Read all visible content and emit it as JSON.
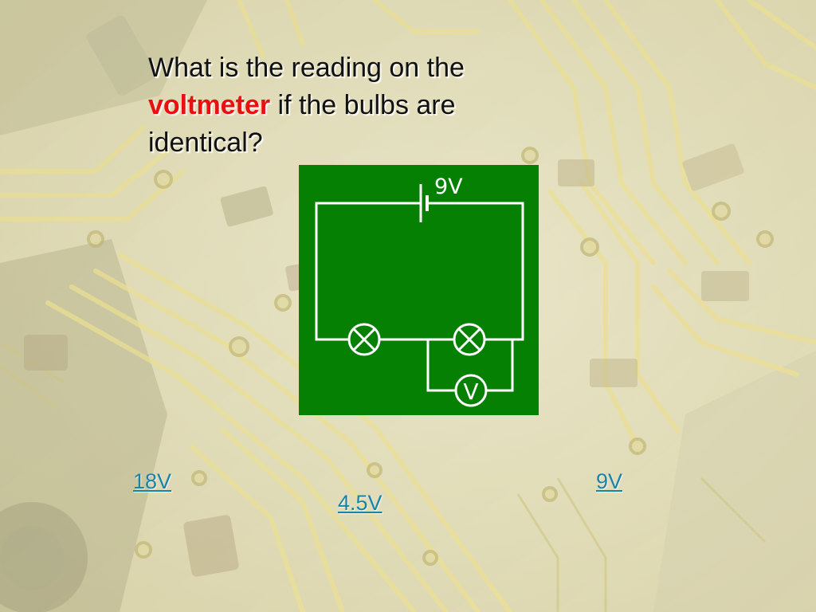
{
  "question": {
    "before": "What is the reading on the",
    "highlight": "voltmeter",
    "after": " if the bulbs are identical?"
  },
  "circuit": {
    "battery_label": "9V",
    "meter_label": "V"
  },
  "answers": {
    "a": "18V",
    "b": "4.5V",
    "c": "9V"
  },
  "colors": {
    "board": "#058003",
    "highlight": "#e81010",
    "link": "#1a84a8"
  }
}
